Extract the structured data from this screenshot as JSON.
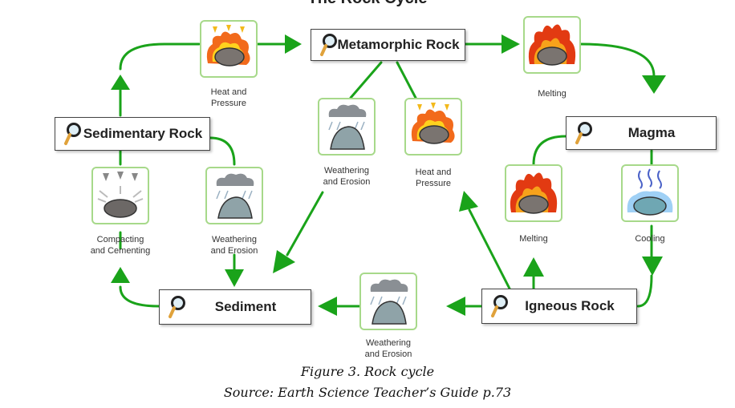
{
  "title": "The Rock Cycle",
  "nodes": {
    "metamorphic": "Metamorphic Rock",
    "sedimentary": "Sedimentary Rock",
    "magma": "Magma",
    "sediment": "Sediment",
    "igneous": "Igneous Rock"
  },
  "processes": {
    "heat_top": [
      "Heat and",
      "Pressure"
    ],
    "melting_top": [
      "Melting"
    ],
    "weathering_center": [
      "Weathering",
      "and Erosion"
    ],
    "heat_center": [
      "Heat and",
      "Pressure"
    ],
    "compacting": [
      "Compacting",
      "and Cementing"
    ],
    "weathering_left": [
      "Weathering",
      "and Erosion"
    ],
    "melting_right": [
      "Melting"
    ],
    "cooling": [
      "Cooling"
    ],
    "weathering_bottom": [
      "Weathering",
      "and Erosion"
    ]
  },
  "caption": {
    "figure": "Figure 3. Rock cycle",
    "source": "Source: Earth Science Teacher’s Guide p.73"
  },
  "colors": {
    "arrow_green": "#1aa31a",
    "tile_border": "#a7d98a",
    "rock": "#7a7470",
    "flame_orange": "#f26a1b",
    "flame_yellow": "#ffd21e",
    "cloud_gray": "#8a8f94",
    "ice_blue": "#6fb2ee"
  },
  "icons": {
    "node": "magnifier-icon",
    "heat": "heat-rock-icon",
    "melting": "flame-rock-icon",
    "weathering": "rain-cloud-rock-icon",
    "compacting": "compress-rock-icon",
    "cooling": "cooling-rock-icon"
  }
}
